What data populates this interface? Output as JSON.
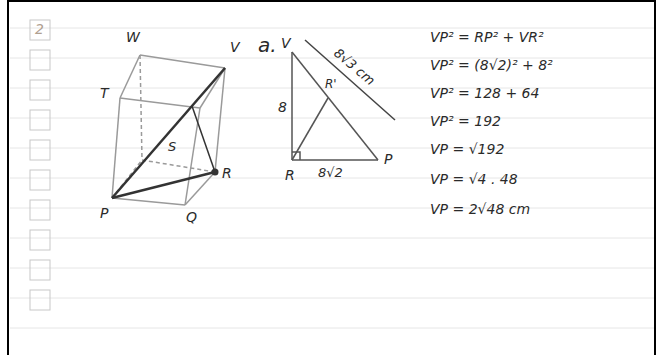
{
  "diagram": {
    "labels": [
      "2",
      "W",
      "V",
      "T",
      "S",
      "R",
      "P",
      "Q",
      "a.",
      "V",
      "8√3 cm",
      "8",
      "R'",
      "R",
      "8√2",
      "P",
      "VP² = RP² + VR²",
      "VP² = (8√2)² + 8²",
      "VP² = 128 + 64",
      "VP² = 192",
      "VP = √192",
      "VP = √4 . 48",
      "VP = 2√48  cm"
    ]
  }
}
